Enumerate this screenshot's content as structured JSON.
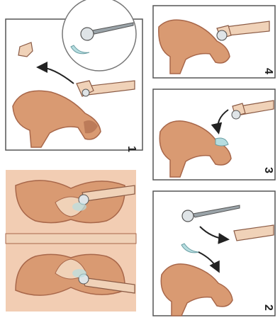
{
  "steps": [
    {
      "number": "1"
    },
    {
      "number": "4"
    },
    {
      "number": "3"
    },
    {
      "number": "2"
    }
  ],
  "colors": {
    "bone": "#d99a72",
    "bone_dark": "#a8674a",
    "bone_light": "#f0d2b8",
    "implant_metal": "#cfd6da",
    "liner_blue": "#b6dde0",
    "soft_tissue": "#f2cdb3",
    "panel_border": "#555555",
    "arrow": "#222222"
  },
  "icons": [
    "femoral-stem-implant-icon",
    "femoral-head-ball-icon",
    "acetabular-liner-icon",
    "removed-femoral-head-icon",
    "curved-arrow-icon"
  ]
}
